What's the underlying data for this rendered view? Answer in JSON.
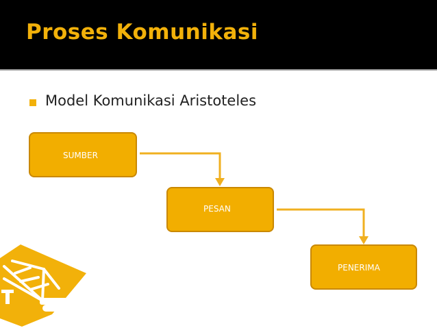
{
  "slide": {
    "title": "Proses Komunikasi",
    "bullet_text": "Model  Komunikasi Aristoteles"
  },
  "diagram": {
    "nodes": [
      {
        "id": "sumber",
        "label": "SUMBER"
      },
      {
        "id": "pesan",
        "label": "PESAN"
      },
      {
        "id": "penerima",
        "label": "PENERIMA"
      }
    ],
    "edges": [
      {
        "from": "sumber",
        "to": "pesan"
      },
      {
        "from": "pesan",
        "to": "penerima"
      }
    ]
  },
  "colors": {
    "title_bar": "#000000",
    "title_text": "#f2b10a",
    "node_fill": "#f2ae00",
    "node_border": "#c98800",
    "connector": "#f0b020",
    "bullet": "#f2b10a",
    "logo": "#f2b10a"
  },
  "icons": {
    "logo": "crane-icon",
    "bullet": "square-bullet-icon"
  }
}
